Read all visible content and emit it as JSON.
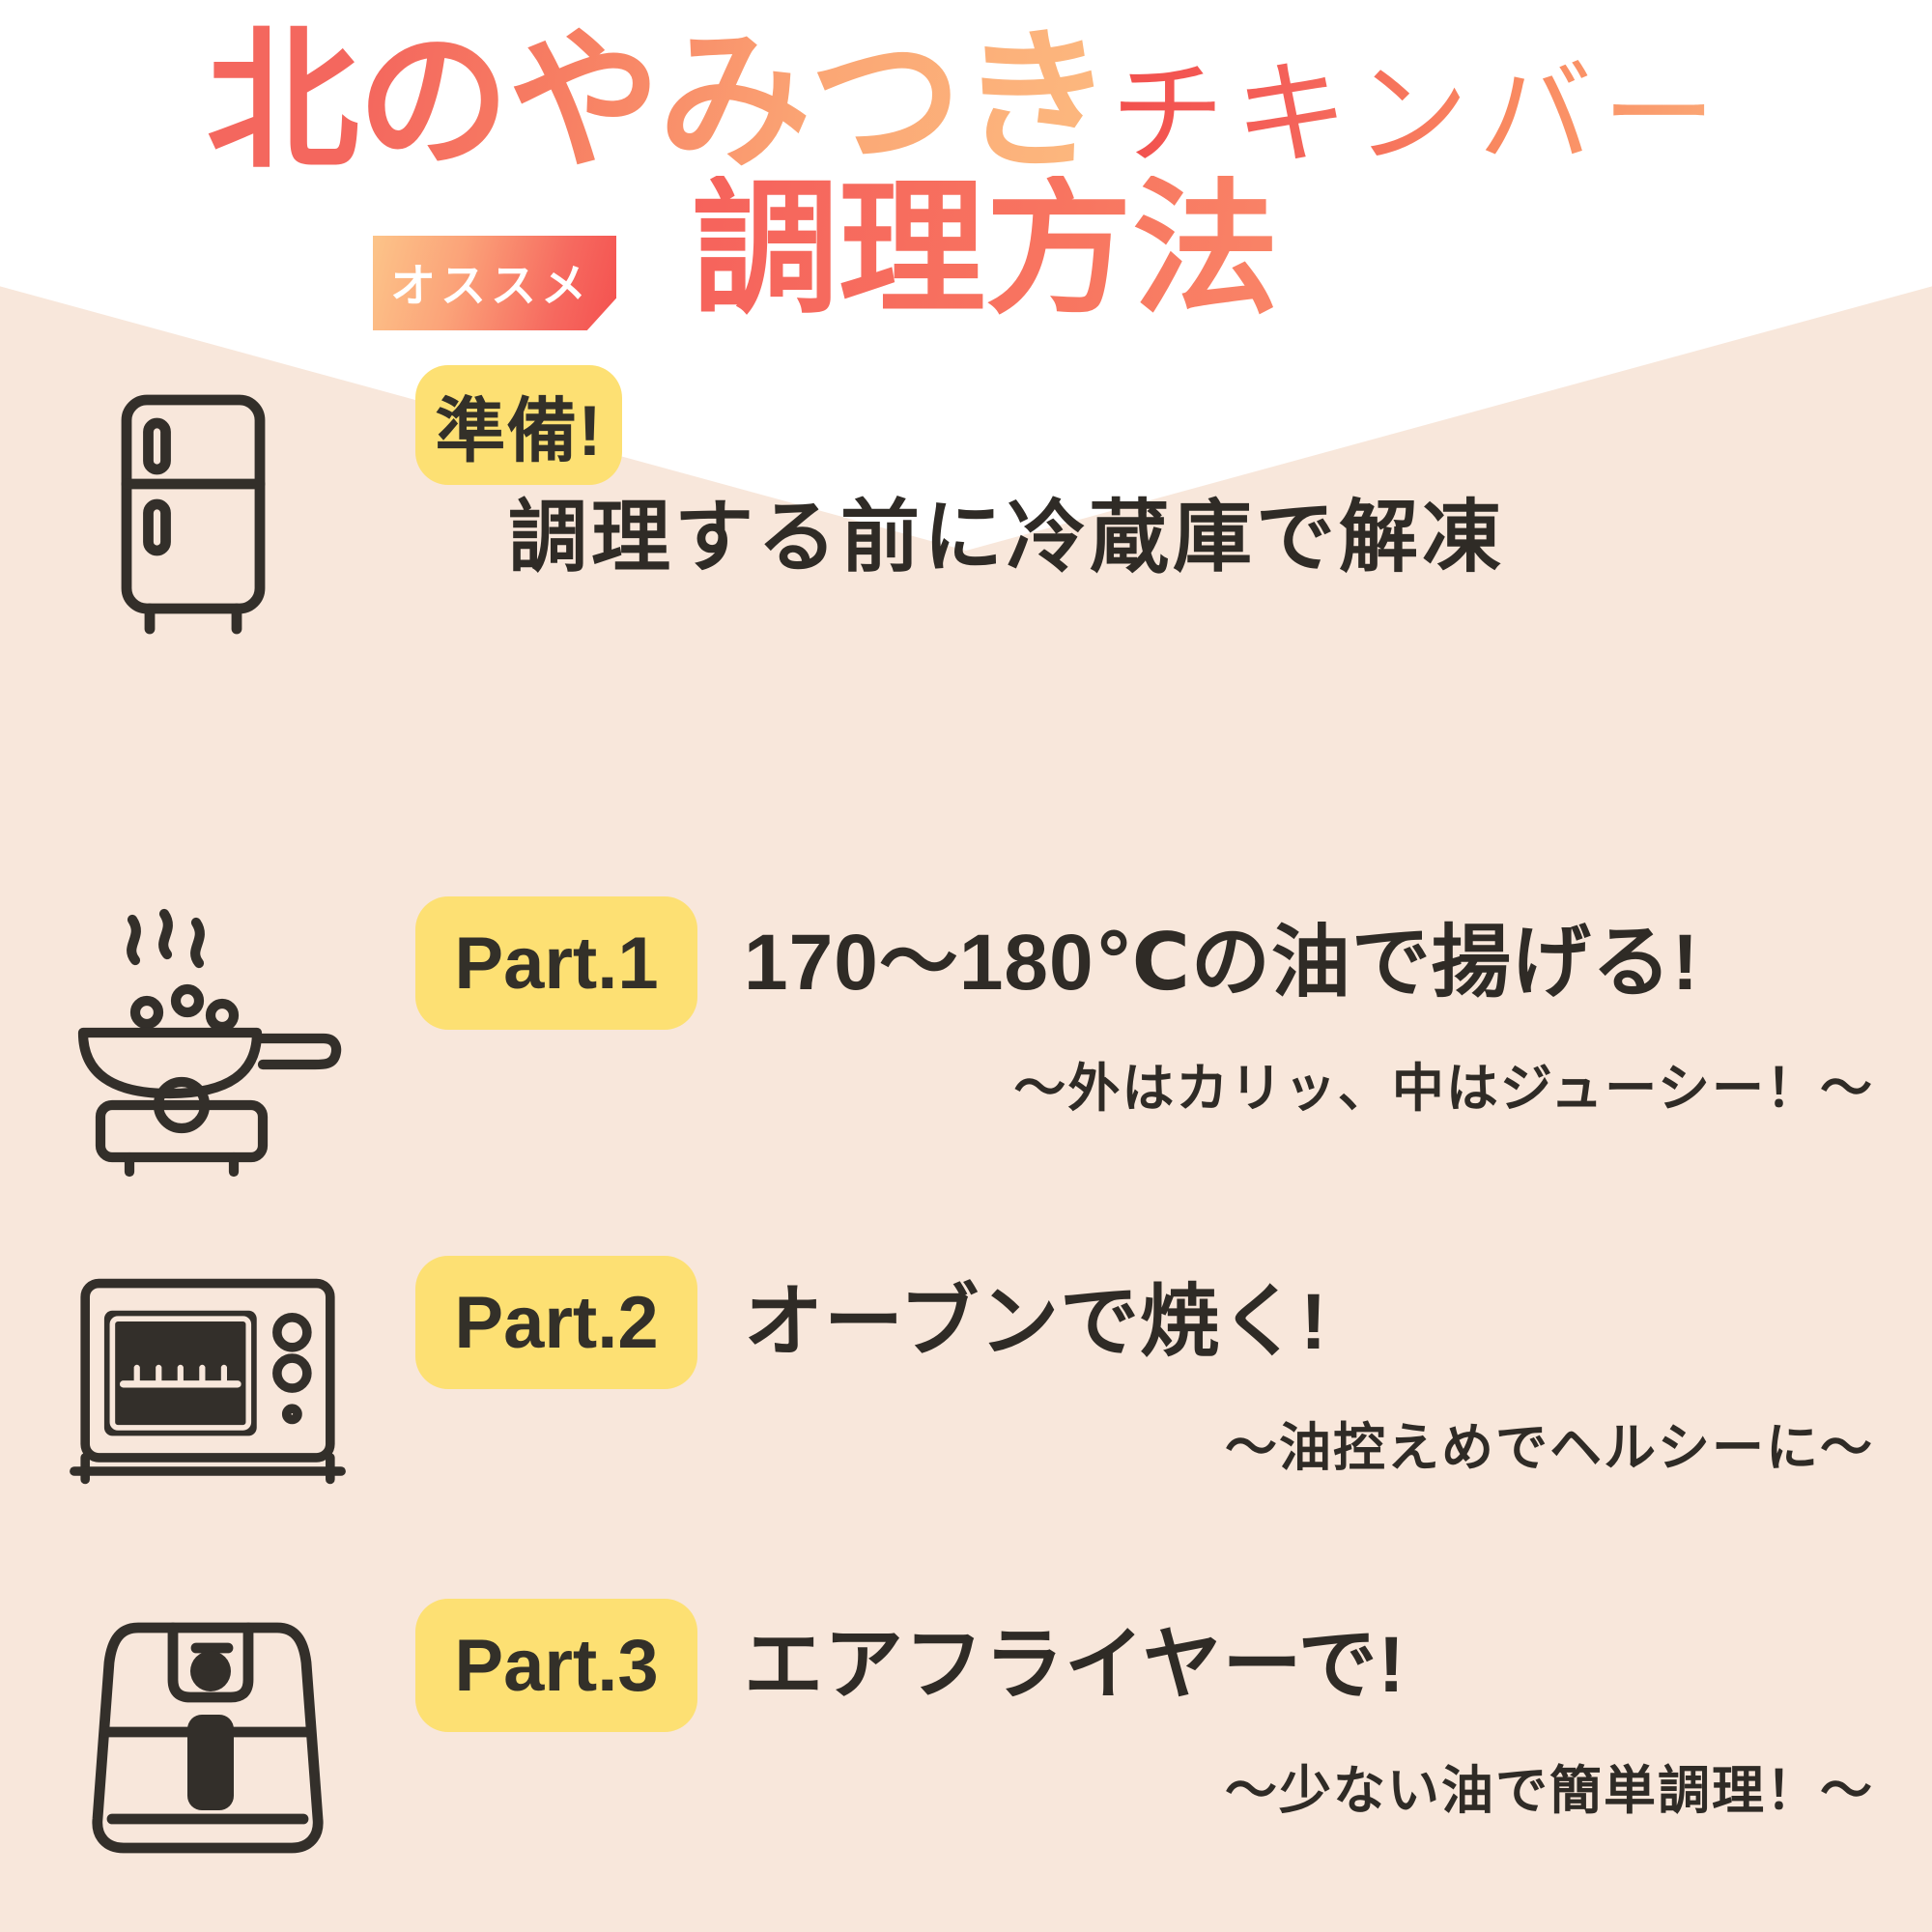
{
  "header": {
    "title_line1_bold": "北のやみつき",
    "title_line1_katakana": "チキンバー",
    "badge_label": "オススメ",
    "title_line2": "調理方法",
    "accent_red": "#F24E4C",
    "accent_orange": "#FCB97F",
    "background_white": "#FFFFFF"
  },
  "page": {
    "background": "#F8E7DB",
    "tag_color": "#FDE073",
    "text_color": "#2F2B26"
  },
  "steps": [
    {
      "icon": "refrigerator-icon",
      "tag": "準備!",
      "headline": "調理する前に冷蔵庫で解凍",
      "subline": ""
    },
    {
      "icon": "frying-pan-stove-icon",
      "tag": "Part.1",
      "headline": "170〜180℃の油で揚げる!",
      "subline": "〜外はカリッ、中はジューシー！〜"
    },
    {
      "icon": "oven-toaster-icon",
      "tag": "Part.2",
      "headline": "オーブンで焼く!",
      "subline": "〜油控えめでヘルシーに〜"
    },
    {
      "icon": "air-fryer-icon",
      "tag": "Part.3",
      "headline": "エアフライヤーで!",
      "subline": "〜少ない油で簡単調理！〜"
    }
  ]
}
